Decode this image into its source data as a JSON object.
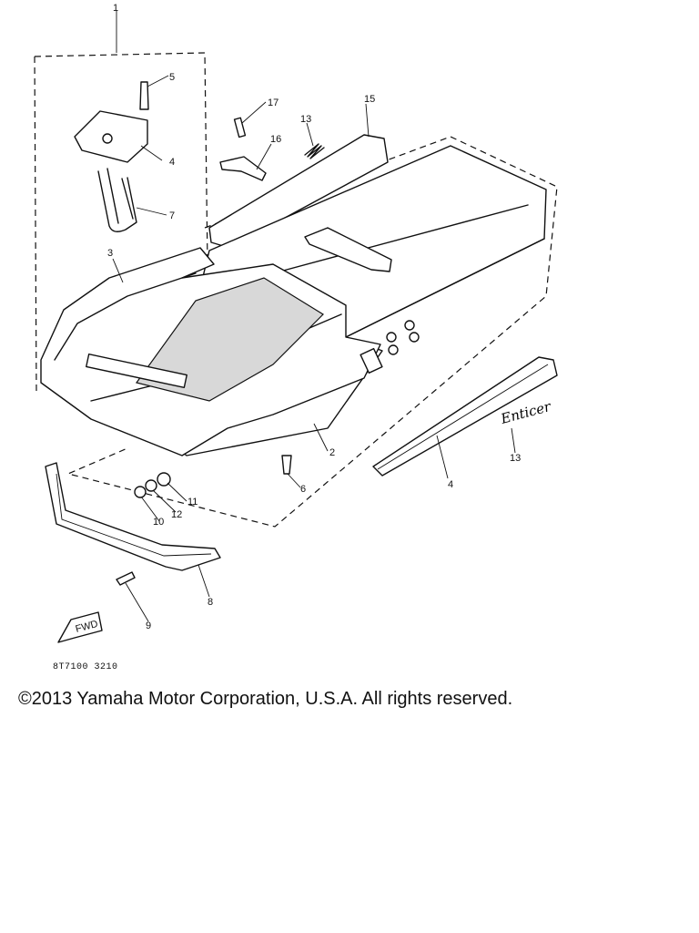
{
  "diagram": {
    "callouts": [
      {
        "id": "c1",
        "label": "1"
      },
      {
        "id": "c5",
        "label": "5"
      },
      {
        "id": "c4a",
        "label": "4"
      },
      {
        "id": "c7",
        "label": "7"
      },
      {
        "id": "c3",
        "label": "3"
      },
      {
        "id": "c17",
        "label": "17"
      },
      {
        "id": "c16",
        "label": "16"
      },
      {
        "id": "c13a",
        "label": "13"
      },
      {
        "id": "c15",
        "label": "15"
      },
      {
        "id": "c2",
        "label": "2"
      },
      {
        "id": "c6",
        "label": "6"
      },
      {
        "id": "c4b",
        "label": "4"
      },
      {
        "id": "c13b",
        "label": "13"
      },
      {
        "id": "c11",
        "label": "11"
      },
      {
        "id": "c12",
        "label": "12"
      },
      {
        "id": "c10",
        "label": "10"
      },
      {
        "id": "c8",
        "label": "8"
      },
      {
        "id": "c9",
        "label": "9"
      }
    ],
    "fwd_label": "FWD",
    "decal_text": "Enticer"
  },
  "footer": {
    "part_number": "8T7100 3210",
    "copyright": "©2013 Yamaha Motor Corporation, U.S.A. All rights reserved."
  }
}
